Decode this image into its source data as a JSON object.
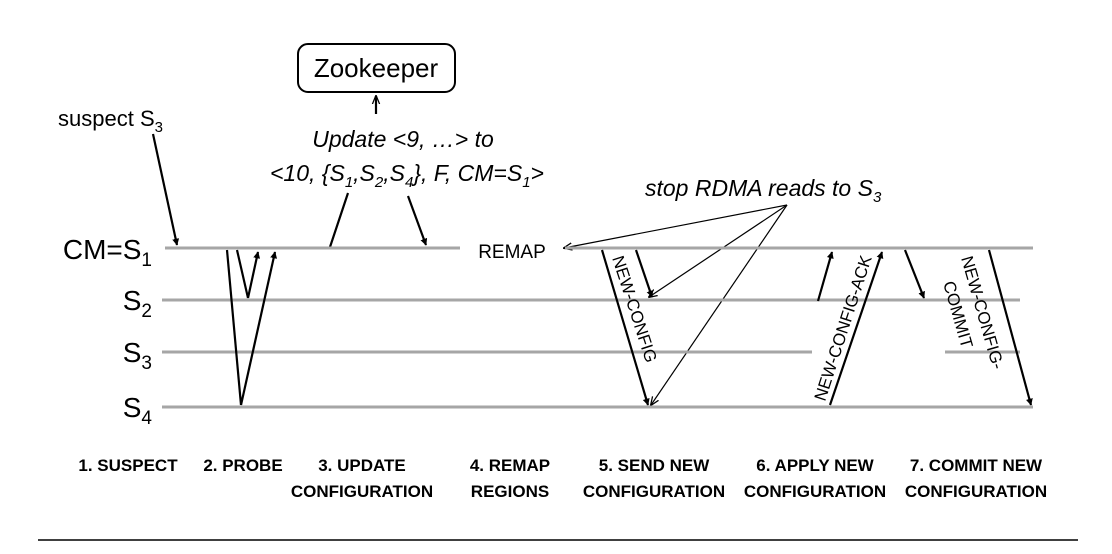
{
  "zookeeper": {
    "label": "Zookeeper"
  },
  "suspect_note": {
    "text": "suspect ",
    "base": "S",
    "sub": "3"
  },
  "update_note": {
    "line1": "Update <9, …> to",
    "line2_parts": [
      {
        "t": "<10, {S"
      },
      {
        "t": "1",
        "sub": true
      },
      {
        "t": ",S"
      },
      {
        "t": "2",
        "sub": true
      },
      {
        "t": ",S"
      },
      {
        "t": "4",
        "sub": true
      },
      {
        "t": "}, F, CM=S"
      },
      {
        "t": "1",
        "sub": true
      },
      {
        "t": ">"
      }
    ]
  },
  "stop_note": {
    "text": "stop RDMA reads to S",
    "sub": "3"
  },
  "remap_label": "REMAP",
  "nodes": [
    {
      "base": "CM=S",
      "sub": "1"
    },
    {
      "base": "S",
      "sub": "2"
    },
    {
      "base": "S",
      "sub": "3"
    },
    {
      "base": "S",
      "sub": "4"
    }
  ],
  "messages": {
    "new_config": "NEW-CONFIG",
    "new_config_ack": "NEW-CONFIG-ACK",
    "new_config_commit_1": "NEW-CONFIG-",
    "new_config_commit_2": "COMMIT"
  },
  "phases": [
    {
      "line1": "1. SUSPECT",
      "line2": ""
    },
    {
      "line1": "2. PROBE",
      "line2": ""
    },
    {
      "line1": "3. UPDATE",
      "line2": "CONFIGURATION"
    },
    {
      "line1": "4. REMAP",
      "line2": "REGIONS"
    },
    {
      "line1": "5. SEND NEW",
      "line2": "CONFIGURATION"
    },
    {
      "line1": "6. APPLY NEW",
      "line2": "CONFIGURATION"
    },
    {
      "line1": "7. COMMIT NEW",
      "line2": "CONFIGURATION"
    }
  ]
}
